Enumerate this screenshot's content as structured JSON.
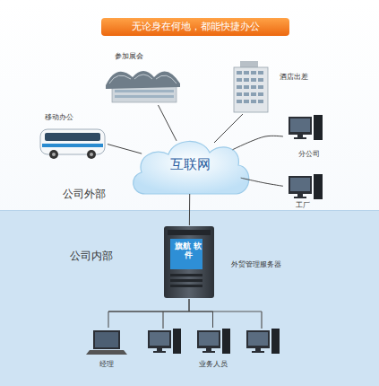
{
  "diagram": {
    "title": "无论身在何地，都能快捷办公",
    "nodes": [
      {
        "text": [
          "参加展会"
        ]
      },
      {
        "text": [
          "酒店出差"
        ]
      },
      {
        "text": [
          "移动办公"
        ]
      },
      {
        "text": [
          "分公司"
        ]
      },
      {
        "text": [
          "互联网"
        ]
      },
      {
        "text": [
          "工厂"
        ]
      },
      {
        "text": [
          "公司内部"
        ]
      },
      {
        "text": [
          "旗航 软件",
          "外贸管理服务器"
        ],
        "in": 6
      },
      {
        "text": [
          "经理"
        ],
        "in": 6
      },
      {
        "text": [
          "业务人员"
        ],
        "in": 6
      }
    ],
    "edges": [
      {
        "from": 4,
        "to": 0,
        "arrow": "none"
      },
      {
        "from": 4,
        "to": 1,
        "arrow": "none"
      },
      {
        "from": 4,
        "to": 2,
        "arrow": "none"
      },
      {
        "from": 4,
        "to": 3,
        "arrow": "none"
      },
      {
        "from": 4,
        "to": 5,
        "arrow": "none"
      },
      {
        "from": 4,
        "to": 7,
        "arrow": "none"
      },
      {
        "from": 7,
        "to": 8,
        "arrow": "none"
      },
      {
        "from": 7,
        "to": 9,
        "arrow": "none"
      }
    ],
    "labels": [
      "公司外部"
    ]
  }
}
